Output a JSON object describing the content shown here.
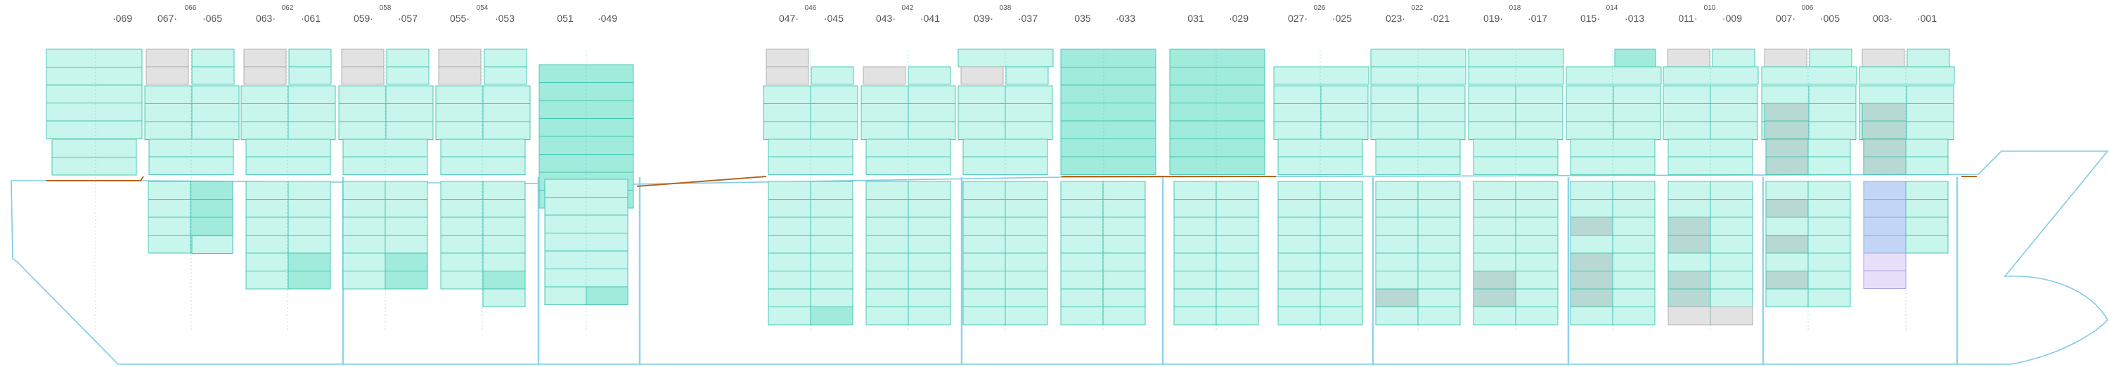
{
  "colors": {
    "hull": "#7fcbe6",
    "bulkhead": "#8ed3ef",
    "deck_line": "#b5651d",
    "slot_fill": "#c8f5ec",
    "slot_stroke": "#3cc4ad",
    "slot_dark": "#a0ebdc",
    "slot_gray": "#b8d8d3",
    "slot_empty": "#e2e2e2",
    "slot_empty_stroke": "#a8a8a8",
    "slot_blue": "#c3d5f5",
    "slot_blue_stroke": "#8aa4e0",
    "slot_lilac": "#e6e0fa",
    "slot_lilac_stroke": "#a99ae0",
    "label": "#555555"
  },
  "bay_labels": [
    {
      "id": "069",
      "text": "·069"
    },
    {
      "id": "067",
      "text": "067·"
    },
    {
      "id": "066",
      "text": "066"
    },
    {
      "id": "065",
      "text": "·065"
    },
    {
      "id": "063",
      "text": "063·"
    },
    {
      "id": "062",
      "text": "062"
    },
    {
      "id": "061",
      "text": "·061"
    },
    {
      "id": "059",
      "text": "059·"
    },
    {
      "id": "058",
      "text": "058"
    },
    {
      "id": "057",
      "text": "·057"
    },
    {
      "id": "055",
      "text": "055·"
    },
    {
      "id": "054",
      "text": "054"
    },
    {
      "id": "053",
      "text": "·053"
    },
    {
      "id": "051",
      "text": "051"
    },
    {
      "id": "049",
      "text": "·049"
    },
    {
      "id": "047",
      "text": "047·"
    },
    {
      "id": "046",
      "text": "046"
    },
    {
      "id": "045",
      "text": "·045"
    },
    {
      "id": "043",
      "text": "043·"
    },
    {
      "id": "042",
      "text": "042"
    },
    {
      "id": "041",
      "text": "·041"
    },
    {
      "id": "039",
      "text": "039·"
    },
    {
      "id": "038",
      "text": "038"
    },
    {
      "id": "037",
      "text": "·037"
    },
    {
      "id": "035",
      "text": "035"
    },
    {
      "id": "033",
      "text": "·033"
    },
    {
      "id": "031",
      "text": "031"
    },
    {
      "id": "029",
      "text": "·029"
    },
    {
      "id": "027",
      "text": "027·"
    },
    {
      "id": "026",
      "text": "026"
    },
    {
      "id": "025",
      "text": "·025"
    },
    {
      "id": "023",
      "text": "023·"
    },
    {
      "id": "022",
      "text": "022"
    },
    {
      "id": "021",
      "text": "·021"
    },
    {
      "id": "019",
      "text": "019·"
    },
    {
      "id": "018",
      "text": "018"
    },
    {
      "id": "017",
      "text": "·017"
    },
    {
      "id": "015",
      "text": "015·"
    },
    {
      "id": "014",
      "text": "014"
    },
    {
      "id": "013",
      "text": "·013"
    },
    {
      "id": "011",
      "text": "011·"
    },
    {
      "id": "010",
      "text": "010"
    },
    {
      "id": "009",
      "text": "·009"
    },
    {
      "id": "007",
      "text": "007·"
    },
    {
      "id": "006",
      "text": "006"
    },
    {
      "id": "005",
      "text": "·005"
    },
    {
      "id": "003",
      "text": "003·"
    },
    {
      "id": "001",
      "text": "·001"
    }
  ]
}
